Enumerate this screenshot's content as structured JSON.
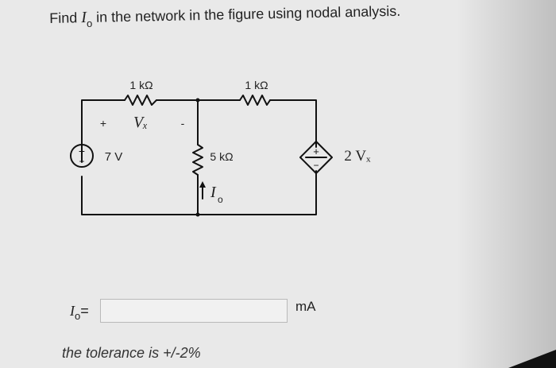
{
  "question": {
    "text_before": "Find ",
    "variable": "I",
    "subscript": "o",
    "text_after": " in the network in the figure using nodal analysis."
  },
  "circuit": {
    "r_left": "1 kΩ",
    "r_right": "1 kΩ",
    "r_middle": "5 kΩ",
    "source_voltage": "7 V",
    "vx_plus": "+",
    "vx_label": "Vₓ",
    "vx_minus": "-",
    "current_label": "I",
    "current_sub": "o",
    "dep_source_label": "2 Vₓ",
    "plus_sign": "+",
    "minus_sign": "−"
  },
  "answer": {
    "label": "I",
    "label_sub": "o",
    "equals": "=",
    "value": "",
    "unit": "mA"
  },
  "tolerance": "the tolerance is +/-2%"
}
